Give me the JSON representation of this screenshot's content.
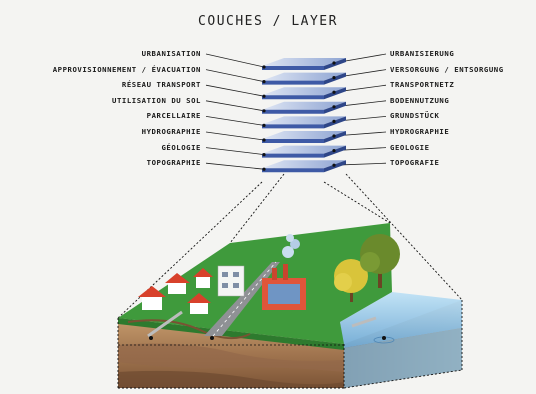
{
  "title": "COUCHES / LAYER",
  "layers": [
    {
      "fr": "URBANISATION",
      "de": "URBANISIERUNG"
    },
    {
      "fr": "APPROVISIONNEMENT / ÉVACUATION",
      "de": "VERSORGUNG / ENTSORGUNG"
    },
    {
      "fr": "RÉSEAU TRANSPORT",
      "de": "TRANSPORTNETZ"
    },
    {
      "fr": "UTILISATION DU SOL",
      "de": "BODENNUTZUNG"
    },
    {
      "fr": "PARCELLAIRE",
      "de": "GRUNDSTÜCK"
    },
    {
      "fr": "HYDROGRAPHIE",
      "de": "HYDROGRAPHIE"
    },
    {
      "fr": "GÉOLOGIE",
      "de": "GEOLOGIE"
    },
    {
      "fr": "TOPOGRAPHIE",
      "de": "TOPOGRAFIE"
    }
  ],
  "colors": {
    "layer_top": "#aab8da",
    "layer_side": "#3e5aa6",
    "grass": "#3f9a3c",
    "soil": "#b08860",
    "water": "#9ed0ee"
  }
}
